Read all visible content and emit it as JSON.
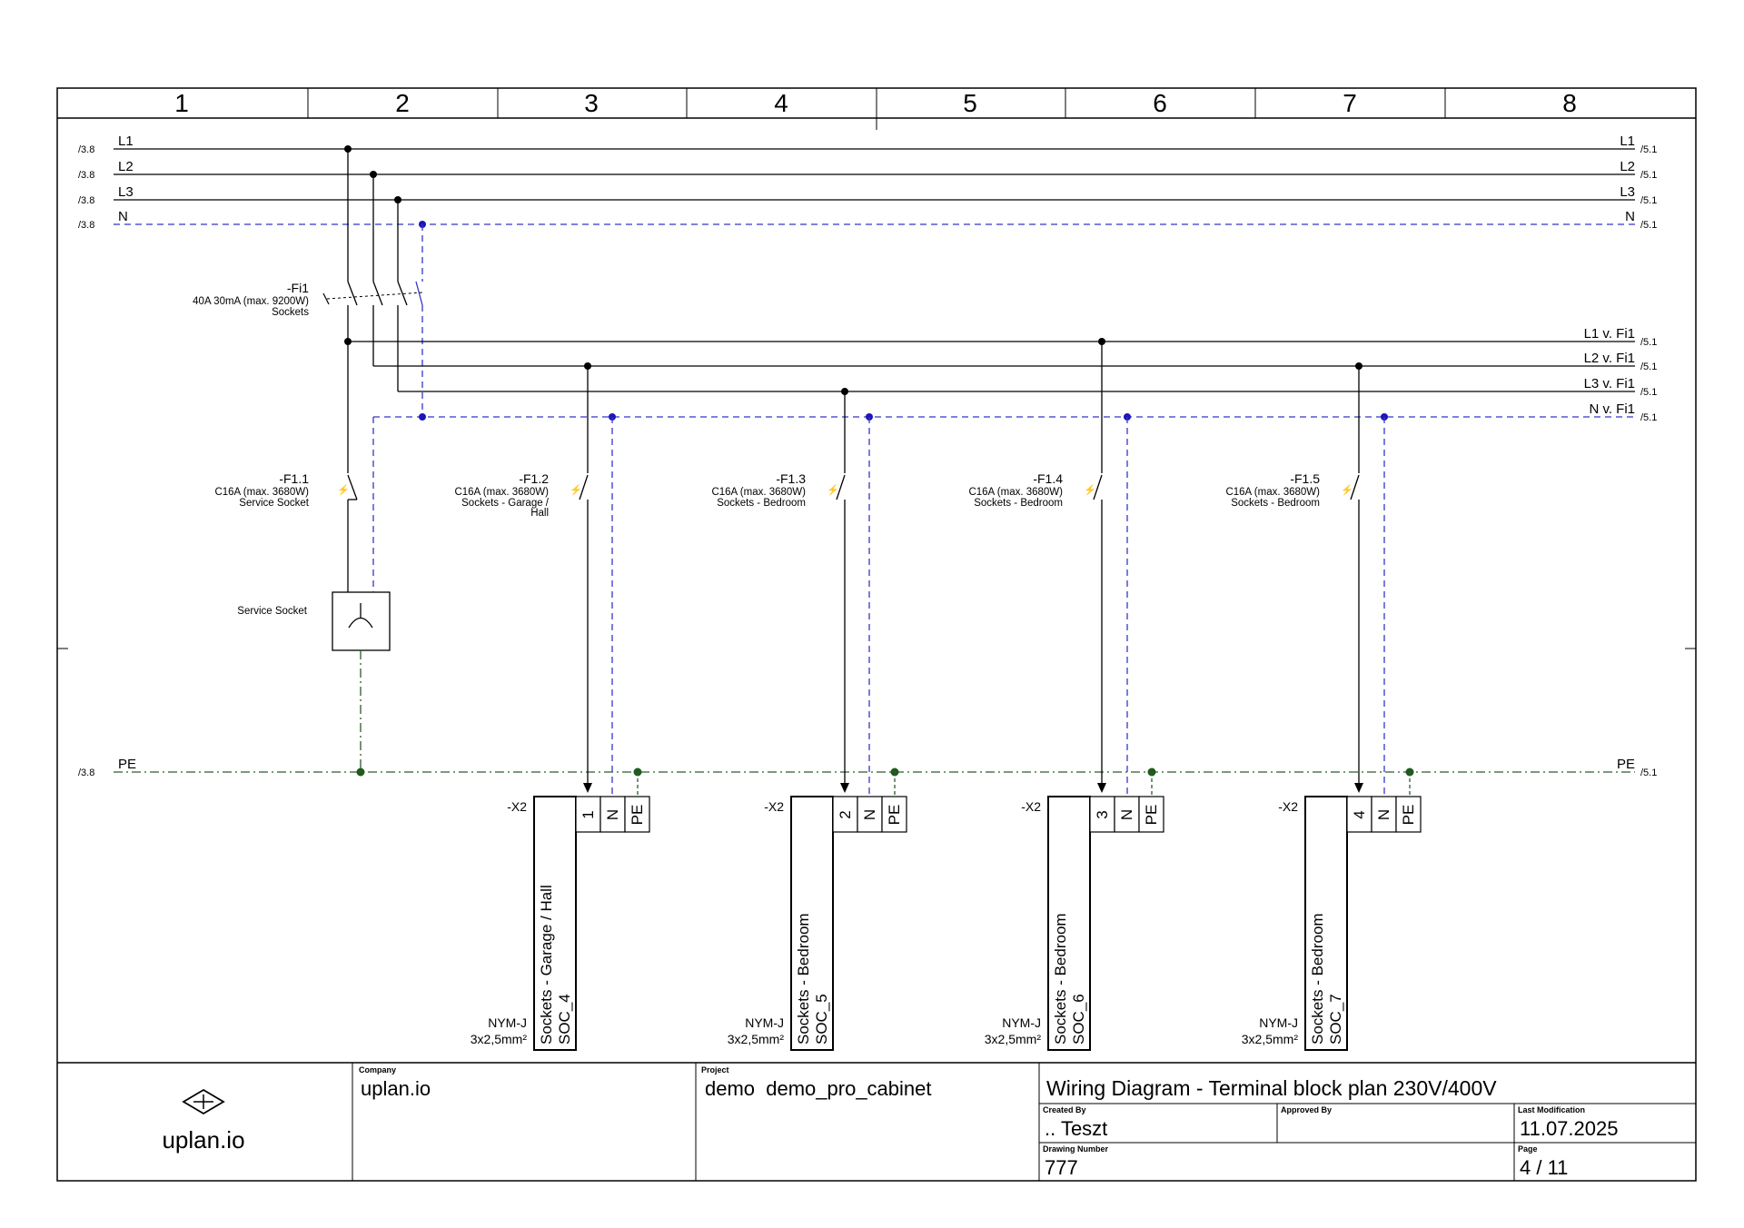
{
  "columns": [
    "1",
    "2",
    "3",
    "4",
    "5",
    "6",
    "7",
    "8"
  ],
  "buses": {
    "main": [
      {
        "label": "L1",
        "ref_in": "/3.8",
        "ref_out": "/5.1"
      },
      {
        "label": "L2",
        "ref_in": "/3.8",
        "ref_out": "/5.1"
      },
      {
        "label": "L3",
        "ref_in": "/3.8",
        "ref_out": "/5.1"
      },
      {
        "label": "N",
        "ref_in": "/3.8",
        "ref_out": "/5.1"
      }
    ],
    "after_fi": [
      {
        "label": "L1 v. Fi1",
        "ref_out": "/5.1"
      },
      {
        "label": "L2 v. Fi1",
        "ref_out": "/5.1"
      },
      {
        "label": "L3 v. Fi1",
        "ref_out": "/5.1"
      },
      {
        "label": "N v. Fi1",
        "ref_out": "/5.1"
      }
    ],
    "pe": {
      "label": "PE",
      "ref_in": "/3.8",
      "ref_out": "/5.1"
    }
  },
  "rcd": {
    "name": "-Fi1",
    "rating": "40A 30mA (max. 9200W)",
    "desc": "Sockets"
  },
  "breakers": [
    {
      "name": "-F1.1",
      "rating": "C16A (max. 3680W)",
      "desc1": "Service Socket",
      "desc2": ""
    },
    {
      "name": "-F1.2",
      "rating": "C16A (max. 3680W)",
      "desc1": "Sockets - Garage /",
      "desc2": "Hall"
    },
    {
      "name": "-F1.3",
      "rating": "C16A (max. 3680W)",
      "desc1": "Sockets - Bedroom",
      "desc2": ""
    },
    {
      "name": "-F1.4",
      "rating": "C16A (max. 3680W)",
      "desc1": "Sockets - Bedroom",
      "desc2": ""
    },
    {
      "name": "-F1.5",
      "rating": "C16A (max. 3680W)",
      "desc1": "Sockets - Bedroom",
      "desc2": ""
    }
  ],
  "service_socket": {
    "label": "Service Socket"
  },
  "terminals": [
    {
      "strip": "-X2",
      "t1": "1",
      "t2": "N",
      "t3": "PE",
      "cable_line1": "Sockets - Garage / Hall",
      "cable_line2": "SOC_4",
      "cable_type": "NYM-J",
      "cable_size": "3x2,5mm²"
    },
    {
      "strip": "-X2",
      "t1": "2",
      "t2": "N",
      "t3": "PE",
      "cable_line1": "Sockets - Bedroom",
      "cable_line2": "SOC_5",
      "cable_type": "NYM-J",
      "cable_size": "3x2,5mm²"
    },
    {
      "strip": "-X2",
      "t1": "3",
      "t2": "N",
      "t3": "PE",
      "cable_line1": "Sockets - Bedroom",
      "cable_line2": "SOC_6",
      "cable_type": "NYM-J",
      "cable_size": "3x2,5mm²"
    },
    {
      "strip": "-X2",
      "t1": "4",
      "t2": "N",
      "t3": "PE",
      "cable_line1": "Sockets - Bedroom",
      "cable_line2": "SOC_7",
      "cable_type": "NYM-J",
      "cable_size": "3x2,5mm²"
    }
  ],
  "title_block": {
    "logo_text": "uplan.io",
    "company_caption": "Company",
    "company": "uplan.io",
    "project_caption": "Project",
    "project": "demo  demo_pro_cabinet",
    "title": "Wiring Diagram - Terminal block plan 230V/400V",
    "created_caption": "Created By",
    "created": ".. Teszt",
    "approved_caption": "Approved By",
    "approved": "",
    "modified_caption": "Last Modification",
    "modified": "11.07.2025",
    "drawing_caption": "Drawing Number",
    "drawing": "777",
    "page_caption": "Page",
    "page": "4 / 11"
  },
  "colors": {
    "line": "#000000",
    "neutral": "#3535c9",
    "pe": "#2d5a2d",
    "junction_n": "#1c16b8",
    "junction_pe": "#1f5a1f"
  }
}
